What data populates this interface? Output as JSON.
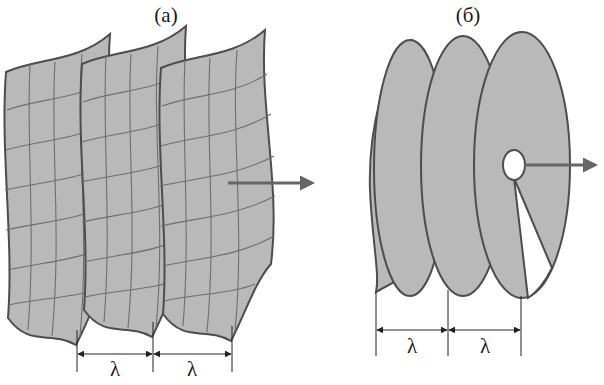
{
  "diagram": {
    "labels": [
      "(а)",
      "(б)",
      "λ",
      "λ",
      "λ",
      "λ"
    ]
  }
}
